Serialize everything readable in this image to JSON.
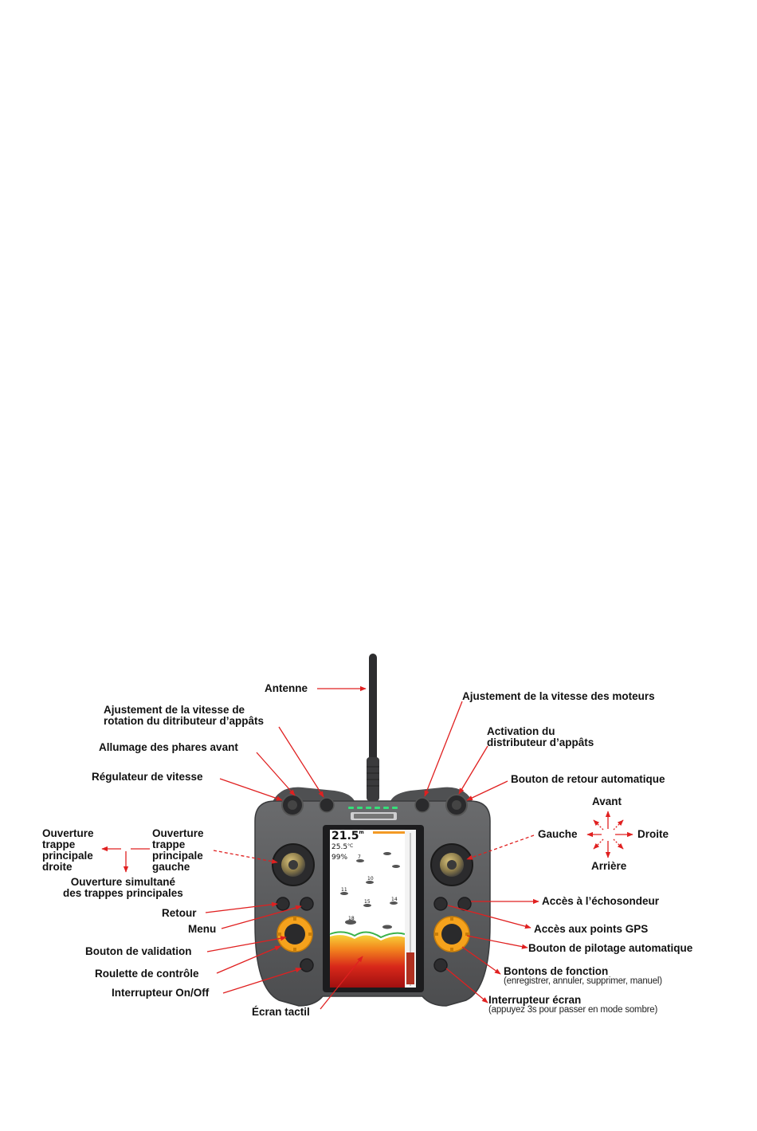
{
  "labels": {
    "antenne": "Antenne",
    "vitesse_rotation": "Ajustement de la vitesse de\nrotation du ditributeur d’appâts",
    "phares": "Allumage des phares avant",
    "regulateur": "Régulateur de vitesse",
    "ouv_droite": "Ouverture\ntrappe\nprincipale\ndroite",
    "ouv_gauche": "Ouverture\ntrappe\nprincipale\ngauche",
    "ouv_simultane": "Ouverture simultané\ndes trappes principales",
    "retour": "Retour",
    "menu": "Menu",
    "validation": "Bouton de validation",
    "roulette": "Roulette de contrôle",
    "onoff": "Interrupteur On/Off",
    "ecran_tactil": "Écran tactil",
    "vitesse_moteurs": "Ajustement de la vitesse des moteurs",
    "activation": "Activation du\ndistributeur d’appâts",
    "retour_auto": "Bouton de retour automatique",
    "avant": "Avant",
    "gauche": "Gauche",
    "droite": "Droite",
    "arriere": "Arrière",
    "echosondeur": "Accès à l’échosondeur",
    "gps": "Accès aux points GPS",
    "pilotage": "Bouton de pilotage automatique",
    "fonction": "Bontons de fonction",
    "fonction_sub": "(enregistrer, annuler, supprimer, manuel)",
    "ecran_switch": "Interrupteur écran",
    "ecran_switch_sub": "(appuyez 3s pour passer en mode sombre)"
  },
  "screen": {
    "depth": "21.5",
    "depth_unit": "m",
    "temp": "25.5",
    "temp_unit": "°C",
    "battery": "99%",
    "fish_depths": [
      "7",
      "10",
      "11",
      "15",
      "14",
      "18"
    ]
  },
  "colors": {
    "body": "#5b5c5e",
    "accent_orange": "#f5a21c",
    "arrow_red": "#e02020",
    "led_green": "#35e07a"
  }
}
